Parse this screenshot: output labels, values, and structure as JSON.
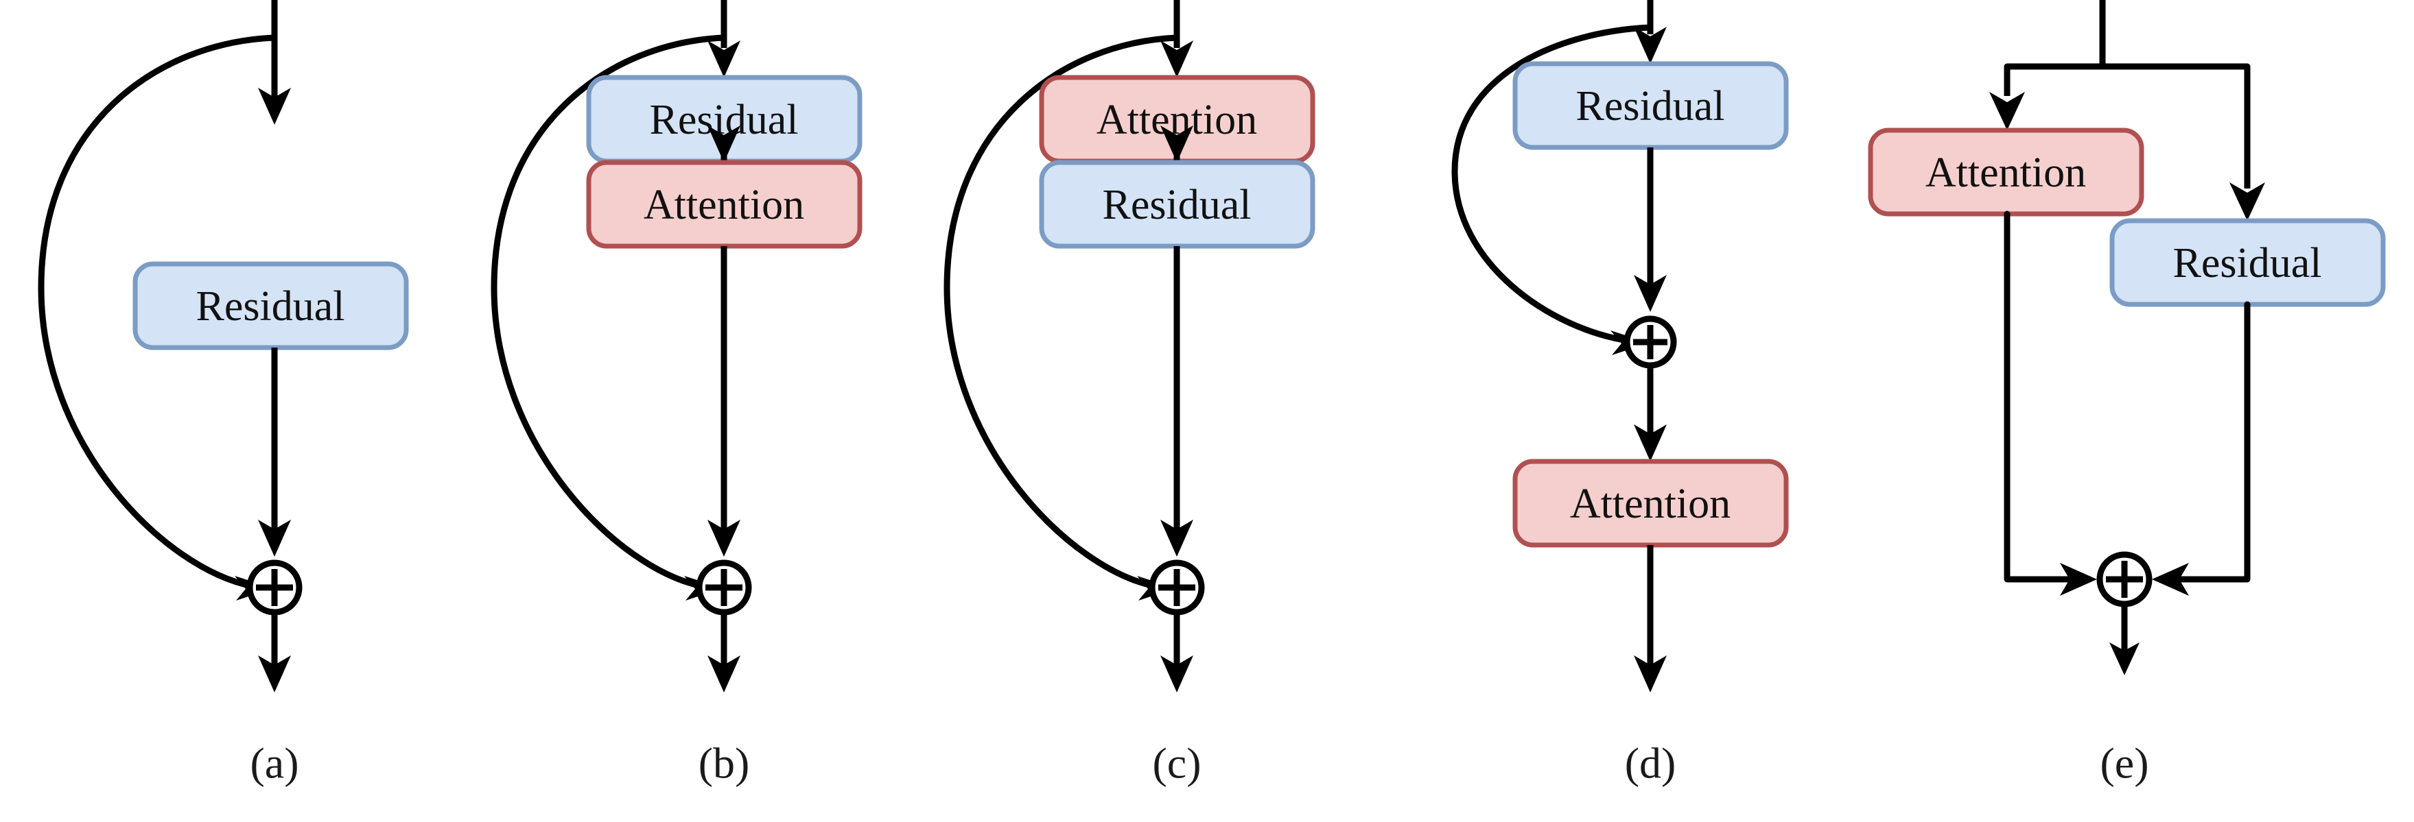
{
  "figure": {
    "title": "Attention and residual block arrangement variants",
    "background_color": "#ffffff",
    "panel_count": 5
  },
  "style": {
    "residual_fill": "#D4E3F5",
    "residual_border": "#7B9CC4",
    "attention_fill": "#F5CFCD",
    "attention_border": "#B05050",
    "line_color": "#000000",
    "text_color": "#111111",
    "node_fill": "#ffffff"
  },
  "labels": {
    "residual": "Residual",
    "attention": "Attention",
    "plus_symbol": "+"
  },
  "panels": [
    {
      "id": "a",
      "caption": "(a)",
      "layout": "serial-single",
      "blocks": [
        {
          "name": "Residual",
          "type": "residual",
          "order": 1
        }
      ],
      "skip_connection": true,
      "merge_node": "plus",
      "description": "Input passes through a Residual block; a skip connection bypasses it and is summed at the addition node."
    },
    {
      "id": "b",
      "caption": "(b)",
      "layout": "serial-double",
      "blocks": [
        {
          "name": "Residual",
          "type": "residual",
          "order": 1
        },
        {
          "name": "Attention",
          "type": "attention",
          "order": 2
        }
      ],
      "skip_connection": true,
      "merge_node": "plus",
      "description": "Input passes through Residual then Attention; a skip connection bypasses both and is summed at the addition node."
    },
    {
      "id": "c",
      "caption": "(c)",
      "layout": "serial-double",
      "blocks": [
        {
          "name": "Attention",
          "type": "attention",
          "order": 1
        },
        {
          "name": "Residual",
          "type": "residual",
          "order": 2
        }
      ],
      "skip_connection": true,
      "merge_node": "plus",
      "description": "Input passes through Attention then Residual; a skip connection bypasses both and is summed at the addition node."
    },
    {
      "id": "d",
      "caption": "(d)",
      "layout": "skip-then-serial",
      "blocks": [
        {
          "name": "Residual",
          "type": "residual",
          "order": 1
        },
        {
          "name": "Attention",
          "type": "attention",
          "order": 2
        }
      ],
      "skip_connection": true,
      "merge_node": "plus",
      "description": "Input passes through Residual and is summed with a skip connection; the sum then passes through Attention."
    },
    {
      "id": "e",
      "caption": "(e)",
      "layout": "parallel",
      "blocks": [
        {
          "name": "Attention",
          "type": "attention",
          "branch": "left"
        },
        {
          "name": "Residual",
          "type": "residual",
          "branch": "right"
        }
      ],
      "skip_connection": false,
      "merge_node": "plus",
      "description": "Input splits into two parallel branches, Attention on the left and Residual on the right, whose outputs are summed at the addition node."
    }
  ]
}
